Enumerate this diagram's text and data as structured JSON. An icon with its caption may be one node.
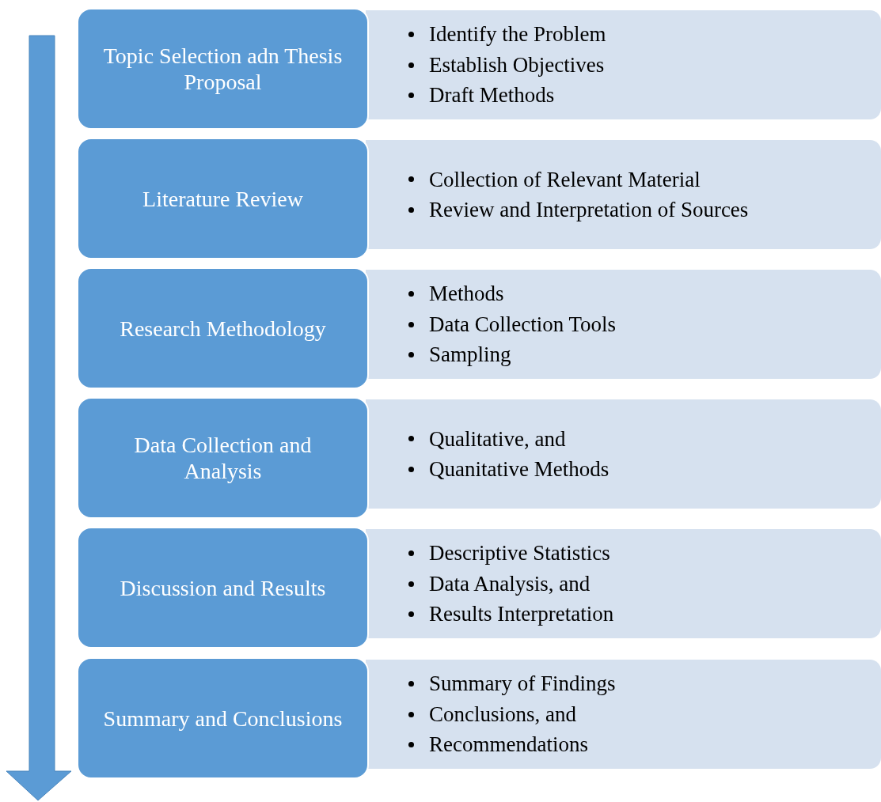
{
  "diagram": {
    "nodes": [
      {
        "text": [
          "Topic Selection adn Thesis Proposal"
        ]
      },
      {
        "text": [
          "Identify the Problem",
          "Establish Objectives",
          "Draft Methods"
        ]
      },
      {
        "text": [
          "Literature Review"
        ]
      },
      {
        "text": [
          "Collection of Relevant Material",
          "Review and Interpretation of Sources"
        ]
      },
      {
        "text": [
          "Research Methodology"
        ]
      },
      {
        "text": [
          "Methods",
          "Data Collection Tools",
          "Sampling"
        ]
      },
      {
        "text": [
          "Data Collection and Analysis"
        ]
      },
      {
        "text": [
          "Qualitative, and",
          "Quanitative Methods"
        ]
      },
      {
        "text": [
          "Discussion and Results"
        ]
      },
      {
        "text": [
          "Descriptive Statistics",
          "Data Analysis, and",
          "Results Interpretation"
        ]
      },
      {
        "text": [
          "Summary and Conclusions"
        ]
      },
      {
        "text": [
          "Summary of Findings",
          "Conclusions, and",
          "Recommendations"
        ]
      }
    ]
  }
}
